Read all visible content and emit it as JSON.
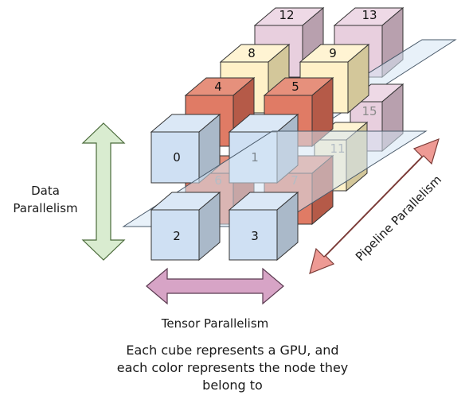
{
  "labels": {
    "data_line1": "Data",
    "data_line2": "Parallelism",
    "tensor": "Tensor Parallelism",
    "pipeline": "Pipeline Parallelism"
  },
  "caption": {
    "line1": "Each cube represents a GPU, and",
    "line2": "each color represents the node they",
    "line3": "belong to"
  },
  "cubes": [
    {
      "id": "12",
      "color": "pink"
    },
    {
      "id": "13",
      "color": "pink"
    },
    {
      "id": "15",
      "color": "pink"
    },
    {
      "id": "8",
      "color": "cream"
    },
    {
      "id": "9",
      "color": "cream"
    },
    {
      "id": "11",
      "color": "cream"
    },
    {
      "id": "4",
      "color": "salmon"
    },
    {
      "id": "5",
      "color": "salmon"
    },
    {
      "id": "6",
      "color": "salmon"
    },
    {
      "id": "7",
      "color": "salmon"
    },
    {
      "id": "0",
      "color": "blue"
    },
    {
      "id": "1",
      "color": "blue"
    },
    {
      "id": "2",
      "color": "blue"
    },
    {
      "id": "3",
      "color": "blue"
    }
  ],
  "colors": {
    "blue": {
      "front": "#cfe0f3",
      "top": "#dbe8f6",
      "side": "#aab9c9"
    },
    "salmon": {
      "front": "#e07b65",
      "top": "#e6907c",
      "side": "#b55a48"
    },
    "cream": {
      "front": "#fff1c8",
      "top": "#fff4d3",
      "side": "#d3c79a"
    },
    "pink": {
      "front": "#e8cfde",
      "top": "#eed9e6",
      "side": "#b8a0ae"
    },
    "green_arrow": "#d9ecd0",
    "purple_arrow": "#d7a4c6",
    "red_arrow": "#ee9a94"
  }
}
